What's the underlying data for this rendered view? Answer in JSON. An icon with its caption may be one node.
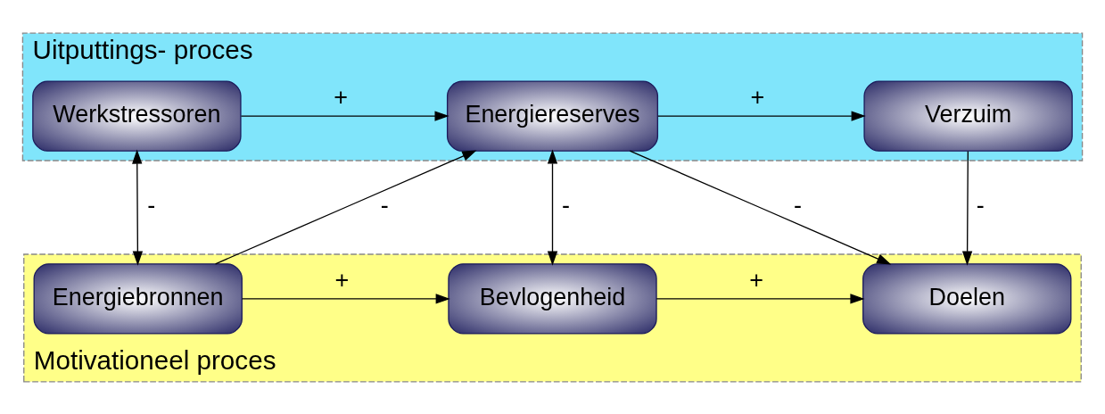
{
  "diagram": {
    "nodes": [
      {
        "text": [
          "Uitputtings- proces"
        ]
      },
      {
        "text": [
          "Werkstressoren"
        ],
        "in": 0
      },
      {
        "text": [
          "Energiereserves"
        ],
        "in": 0
      },
      {
        "text": [
          "Verzuim"
        ],
        "in": 0
      },
      {
        "text": [
          "Motivationeel proces"
        ]
      },
      {
        "text": [
          "Energiebronnen"
        ],
        "in": 4
      },
      {
        "text": [
          "Bevlogenheid"
        ],
        "in": 4
      },
      {
        "text": [
          "Doelen"
        ],
        "in": 4
      }
    ],
    "edges": [
      {
        "from": 1,
        "to": 2,
        "arrow": "to",
        "label": "+"
      },
      {
        "from": 2,
        "to": 3,
        "arrow": "to",
        "label": "+"
      },
      {
        "from": 1,
        "to": 5,
        "arrow": "both",
        "label": "-"
      },
      {
        "from": 5,
        "to": 2,
        "arrow": "to",
        "label": "-"
      },
      {
        "from": 2,
        "to": 6,
        "arrow": "both",
        "label": "-"
      },
      {
        "from": 2,
        "to": 7,
        "arrow": "to",
        "label": "-"
      },
      {
        "from": 3,
        "to": 7,
        "arrow": "to",
        "label": "-"
      },
      {
        "from": 5,
        "to": 6,
        "arrow": "to",
        "label": "+"
      },
      {
        "from": 6,
        "to": 7,
        "arrow": "to",
        "label": "+"
      }
    ]
  }
}
